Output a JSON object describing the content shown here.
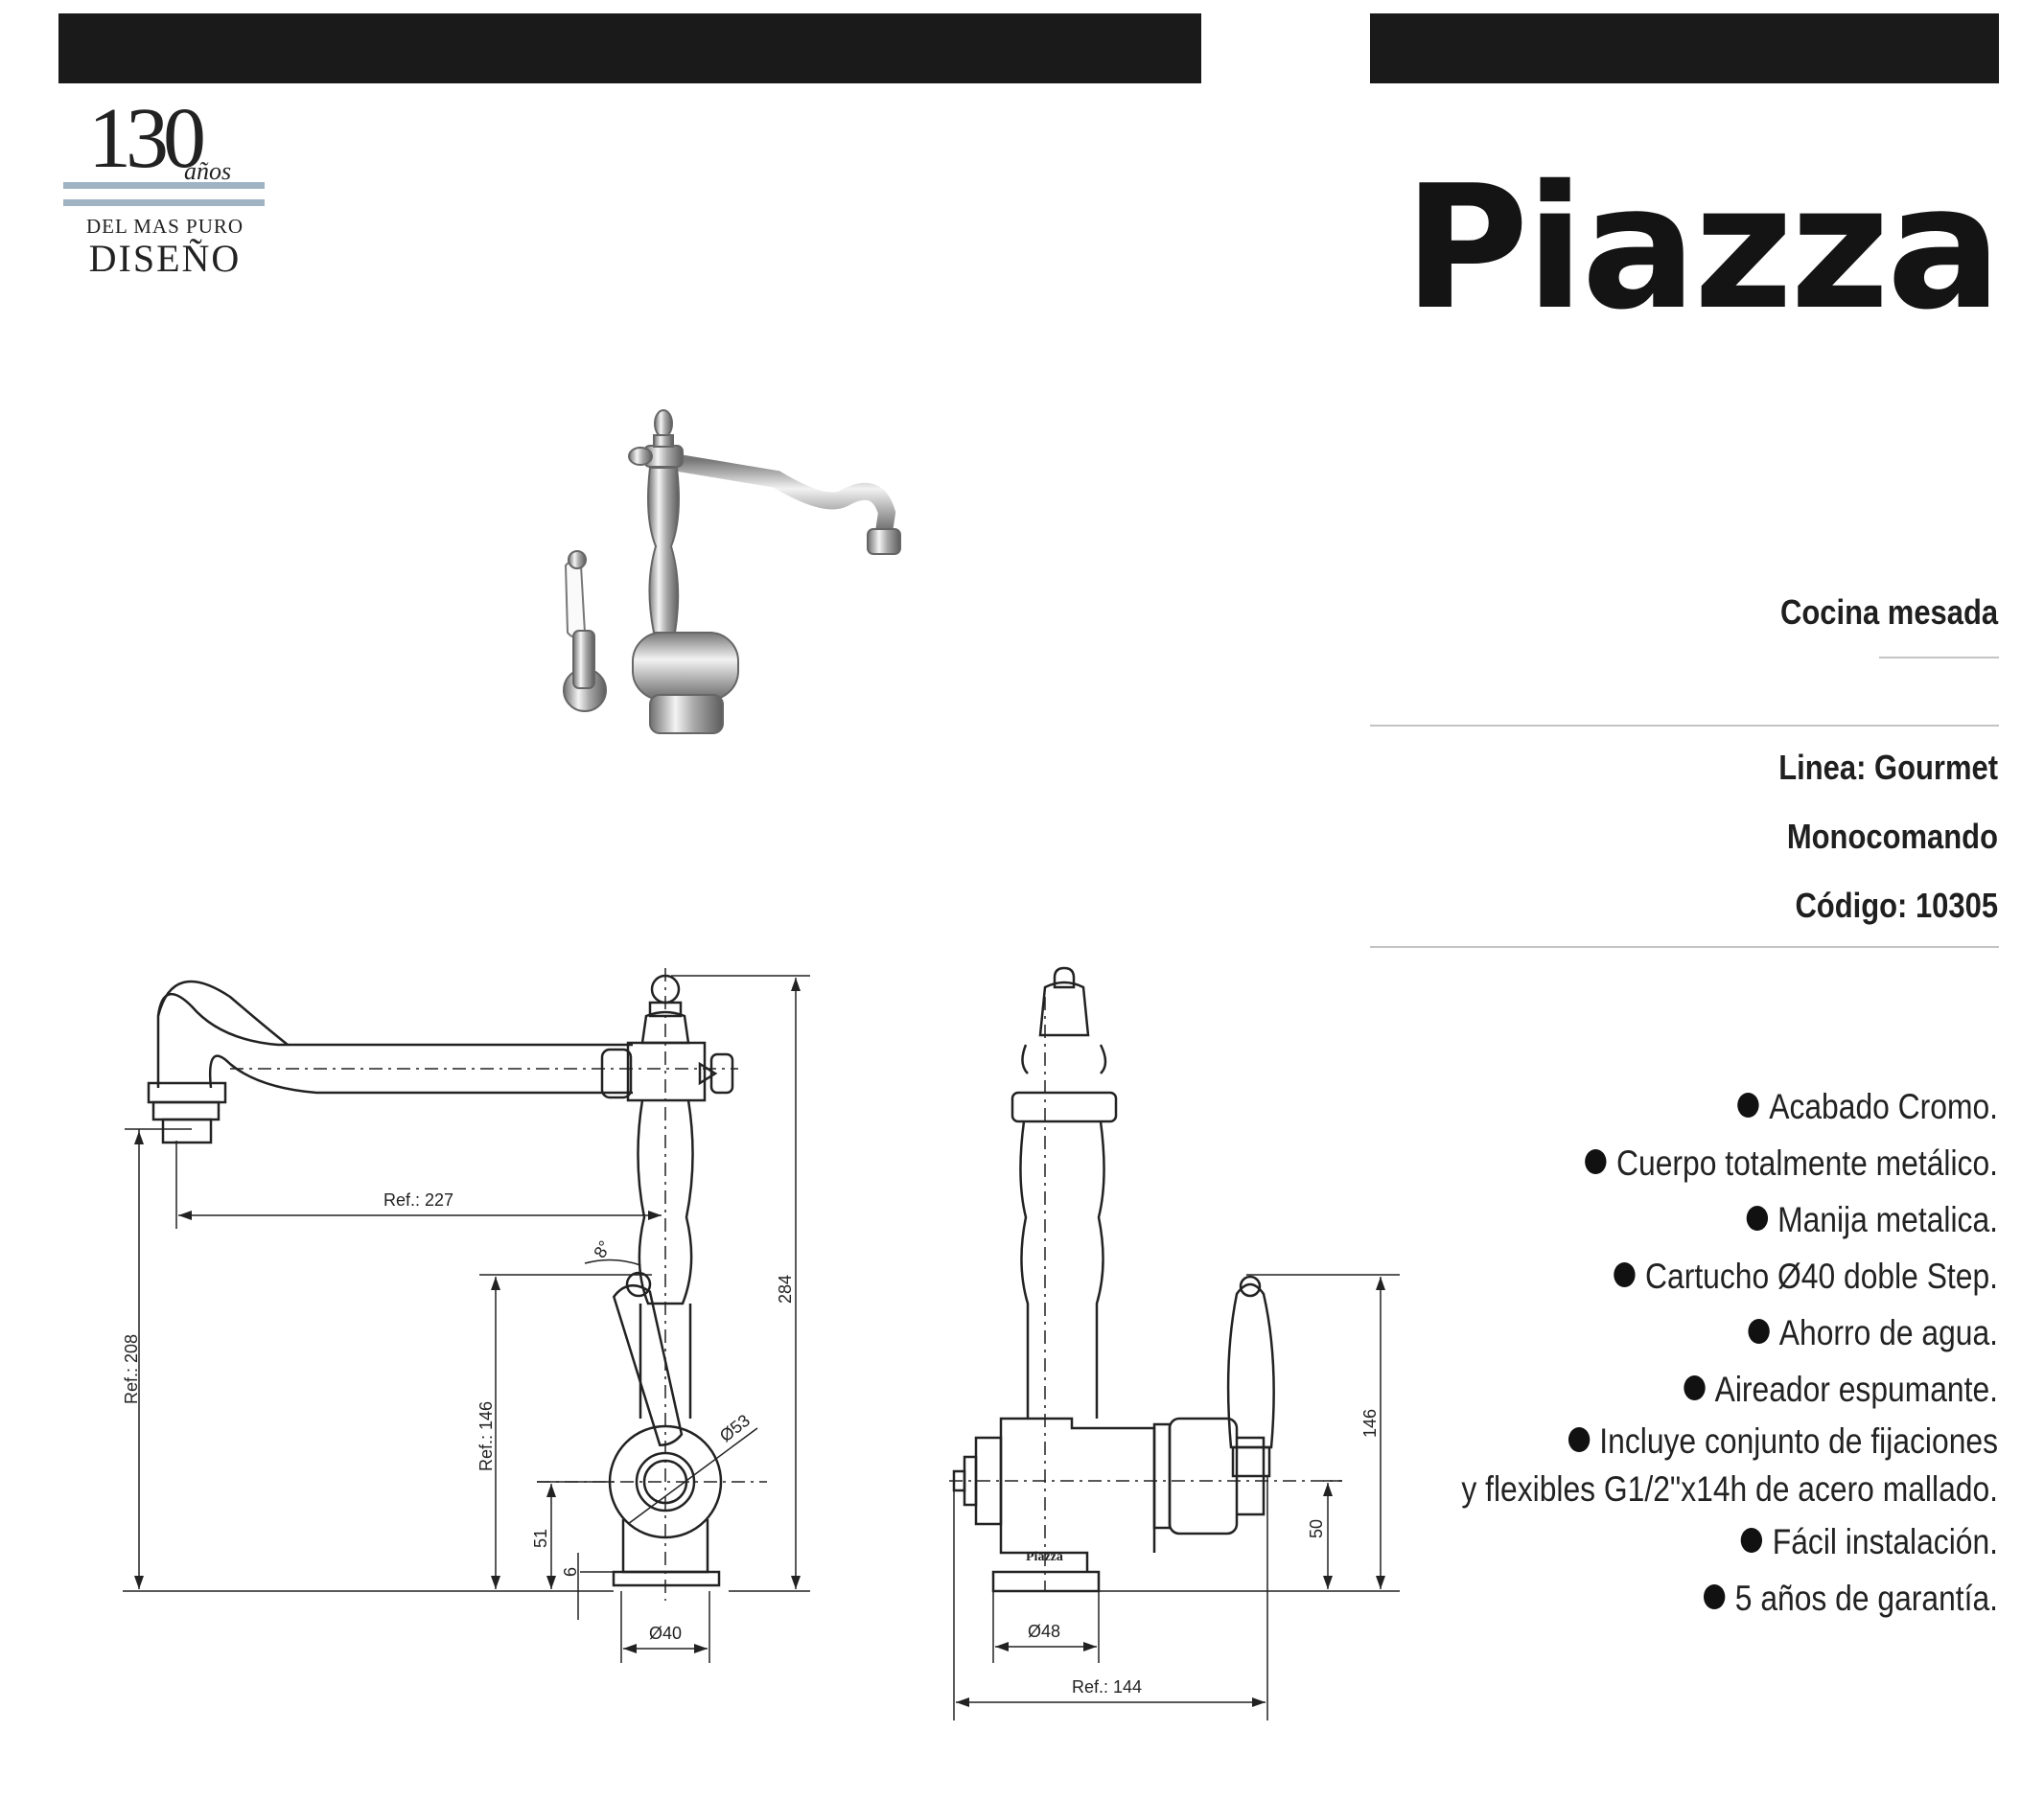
{
  "logo": {
    "number": "130",
    "years_label": "años",
    "line1": "DEL MAS PURO",
    "line2": "DISEÑO"
  },
  "product": {
    "name": "Piazza",
    "use": "Cocina mesada",
    "line": "Linea: Gourmet",
    "type": "Monocomando",
    "code": "Código: 10305"
  },
  "features": [
    "Acabado Cromo.",
    "Cuerpo totalmente metálico.",
    "Manija metalica.",
    "Cartucho Ø40 doble Step.",
    "Ahorro de agua.",
    "Aireador espumante.",
    "Incluye conjunto de fijaciones",
    "y flexibles G1/2\"x14h de acero mallado.",
    "Fácil instalación.",
    "5 años de garantía."
  ],
  "drawing": {
    "front": {
      "ref_reach": "Ref.: 227",
      "angle": "8°",
      "total_height": "284",
      "ref_spout_height": "Ref.: 208",
      "ref_lever_height": "Ref.: 146",
      "body_diameter": "Ø53",
      "axis_height": "51",
      "base_height": "6",
      "base_diameter": "Ø40"
    },
    "side": {
      "lever_height": "146",
      "axis_height": "50",
      "base_diameter": "Ø48",
      "ref_depth": "Ref.: 144",
      "brand_mark": "Piazza"
    }
  },
  "colors": {
    "bar": "#1a1a1a",
    "logo_stripe": "#9fb3c3",
    "rule": "#c4c4c4"
  }
}
